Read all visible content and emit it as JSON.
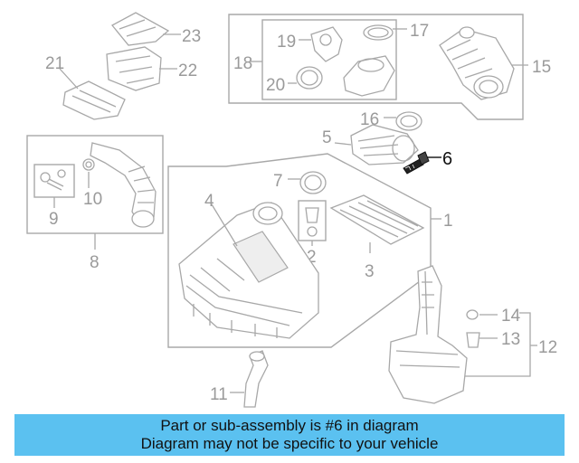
{
  "callouts": [
    "1",
    "2",
    "3",
    "4",
    "5",
    "6",
    "7",
    "8",
    "9",
    "10",
    "11",
    "12",
    "13",
    "14",
    "15",
    "16",
    "17",
    "18",
    "19",
    "20",
    "21",
    "22",
    "23"
  ],
  "highlighted_part": "6",
  "banner": {
    "line1": "Part or sub-assembly is #6 in diagram",
    "line2": "Diagram may not be specific to your vehicle"
  },
  "colors": {
    "banner_bg": "#5bc1f0",
    "diagram_line": "#a8a8a8",
    "highlight": "#111111"
  }
}
